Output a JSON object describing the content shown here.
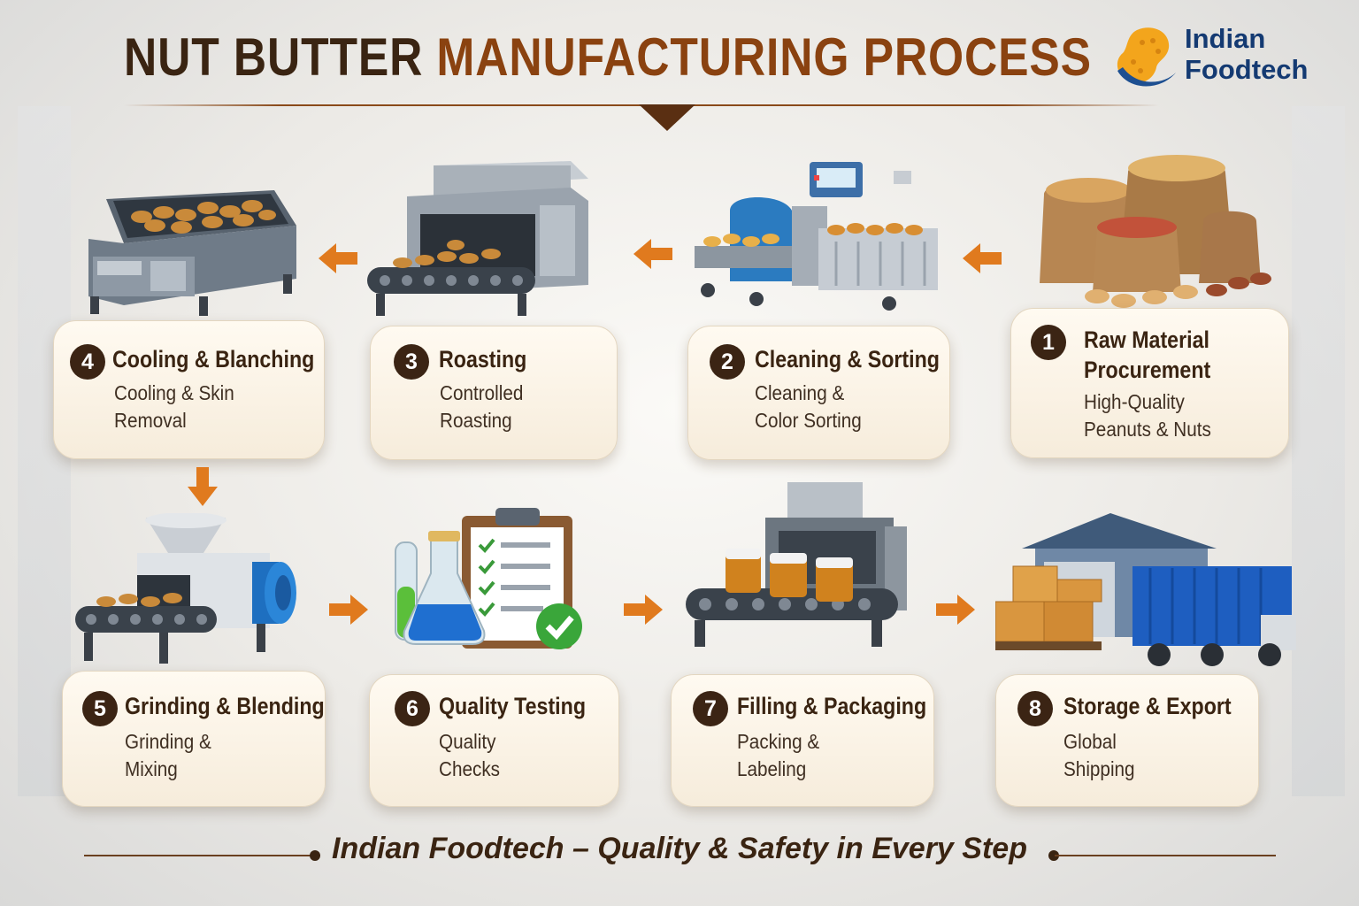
{
  "header": {
    "title_main": "NUT BUTTER",
    "title_accent": "MANUFACTURING PROCESS"
  },
  "logo": {
    "line1": "Indian",
    "line2": "Foodtech",
    "colors": {
      "nut": "#f3a51c",
      "swoosh": "#1d4f91",
      "text": "#143a72"
    }
  },
  "steps": [
    {
      "number": "1",
      "title": "Raw Material",
      "title2": "Procurement",
      "desc1": "High-Quality",
      "desc2": "Peanuts & Nuts",
      "icon": "nut-sacks-icon"
    },
    {
      "number": "2",
      "title": "Cleaning & Sorting",
      "desc1": "Cleaning &",
      "desc2": "Color Sorting",
      "icon": "sorting-machine-icon"
    },
    {
      "number": "3",
      "title": "Roasting",
      "desc1": "Controlled",
      "desc2": "Roasting",
      "icon": "roasting-oven-icon"
    },
    {
      "number": "4",
      "title": "Cooling & Blanching",
      "desc1": "Cooling & Skin",
      "desc2": "Removal",
      "icon": "cooling-tray-icon"
    },
    {
      "number": "5",
      "title": "Grinding & Blending",
      "desc1": "Grinding &",
      "desc2": "Mixing",
      "icon": "grinder-icon"
    },
    {
      "number": "6",
      "title": "Quality Testing",
      "desc1": "Quality",
      "desc2": "Checks",
      "icon": "lab-clipboard-icon"
    },
    {
      "number": "7",
      "title": "Filling & Packaging",
      "desc1": "Packing &",
      "desc2": "Labeling",
      "icon": "filling-machine-icon"
    },
    {
      "number": "8",
      "title": "Storage & Export",
      "desc1": "Global",
      "desc2": "Shipping",
      "icon": "warehouse-truck-icon"
    }
  ],
  "footer": {
    "tagline": "Indian Foodtech – Quality & Safety in Every Step"
  },
  "colors": {
    "card": "#fbf4e8",
    "badge": "#3b2414",
    "arrow": "#e07a1e",
    "title_dark": "#3a2412",
    "title_accent": "#8a4210"
  }
}
